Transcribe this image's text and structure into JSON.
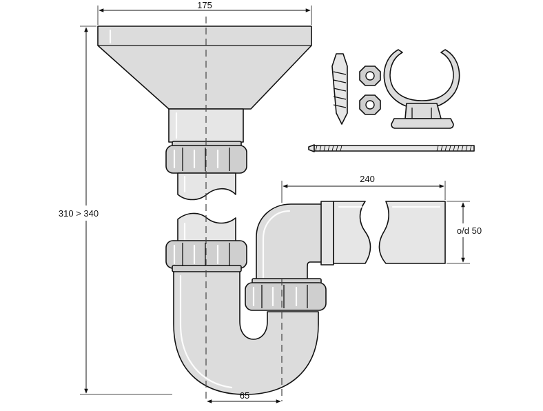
{
  "dimensions": {
    "top_width": "175",
    "overall_height": "310 > 340",
    "pipe_length": "240",
    "outer_diameter": "o/d 50",
    "trap_offset": "65"
  }
}
